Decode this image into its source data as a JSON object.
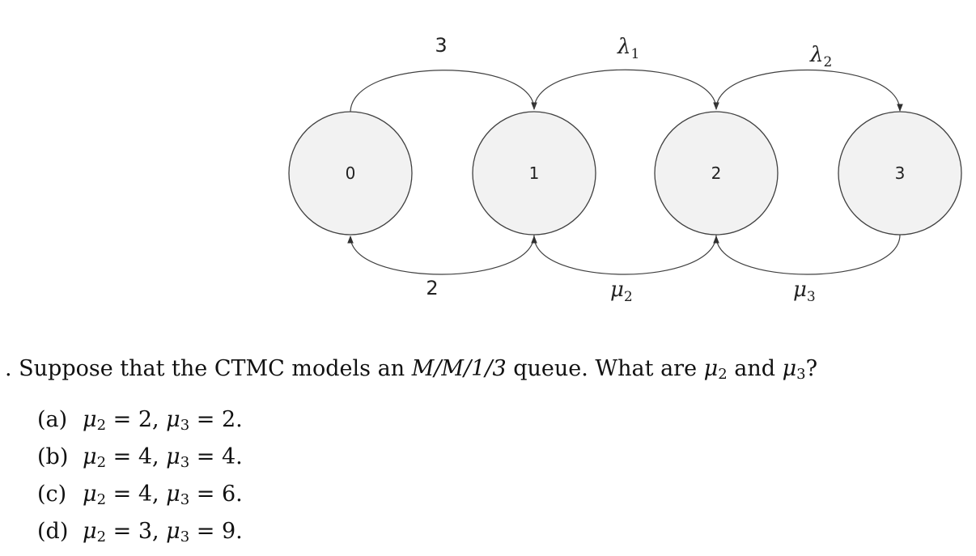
{
  "diagram": {
    "states": [
      "0",
      "1",
      "2",
      "3"
    ],
    "forward_rates": [
      {
        "from": "0",
        "to": "1",
        "label": "3"
      },
      {
        "from": "1",
        "to": "2",
        "symbol": "λ",
        "sub": "1"
      },
      {
        "from": "2",
        "to": "3",
        "symbol": "λ",
        "sub": "2"
      }
    ],
    "backward_rates": [
      {
        "from": "1",
        "to": "0",
        "label": "2"
      },
      {
        "from": "2",
        "to": "1",
        "symbol": "μ",
        "sub": "2"
      },
      {
        "from": "3",
        "to": "2",
        "symbol": "μ",
        "sub": "3"
      }
    ]
  },
  "question": {
    "prefix": ". Suppose that the CTMC models an ",
    "queue_model": "M/M/1/3",
    "middle": " queue. What are ",
    "mu": "μ",
    "sub2": "2",
    "sub3": "3",
    "and": " and ",
    "end": "?"
  },
  "options": [
    {
      "label": "(a)",
      "mu2": "2",
      "mu3": "2"
    },
    {
      "label": "(b)",
      "mu2": "4",
      "mu3": "4"
    },
    {
      "label": "(c)",
      "mu2": "4",
      "mu3": "6"
    },
    {
      "label": "(d)",
      "mu2": "3",
      "mu3": "9"
    }
  ]
}
